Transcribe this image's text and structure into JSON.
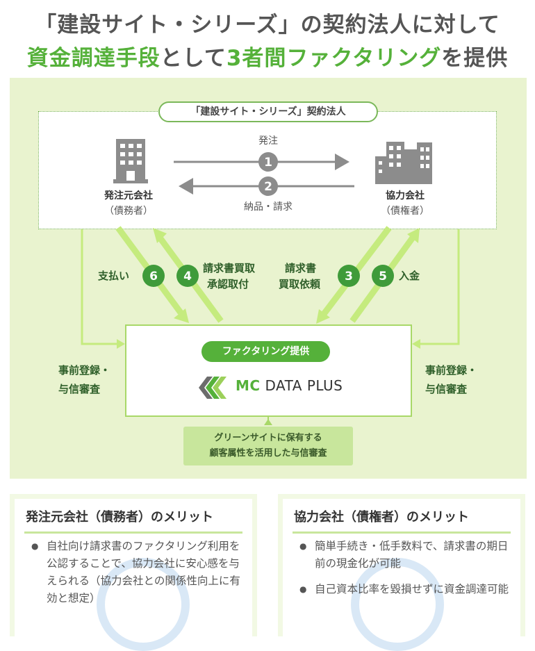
{
  "title": {
    "line1": "「建設サイト・シリーズ」の契約法人に対して",
    "line2_green1": "資金調達手段",
    "line2_mid": "として",
    "line2_green2": "3者間ファクタリング",
    "line2_end": "を提供"
  },
  "diagram": {
    "company_label": "「建設サイト・シリーズ」契約法人",
    "debtor_name": "発注元会社",
    "debtor_role": "（債務者）",
    "creditor_name": "協力会社",
    "creditor_role": "（債権者）",
    "step1": {
      "num": "1",
      "label": "発注"
    },
    "step2": {
      "num": "2",
      "label": "納品・請求"
    },
    "step3": {
      "num": "3",
      "label_l1": "請求書",
      "label_l2": "買取依頼"
    },
    "step4": {
      "num": "4",
      "label_l1": "請求書買取",
      "label_l2": "承認取付"
    },
    "step5": {
      "num": "5",
      "label": "入金"
    },
    "step6": {
      "num": "6",
      "label": "支払い"
    },
    "left_side_l1": "事前登録・",
    "left_side_l2": "与信審査",
    "right_side_l1": "事前登録・",
    "right_side_l2": "与信審査",
    "provide_label": "ファクタリング提供",
    "logo_mc": "MC",
    "logo_rest": "DATA PLUS",
    "green_site_l1": "グリーンサイトに保有する",
    "green_site_l2": "顧客属性を活用した与信審査"
  },
  "merits": [
    {
      "title": "発注元会社（債務者）のメリット",
      "items": [
        "自社向け請求書のファクタリング利用を公認することで、協力会社に安心感を与えられる（協力会社との関係性向上に有効と想定）"
      ]
    },
    {
      "title": "協力会社（債権者）のメリット",
      "items": [
        "簡単手続き・低手数料で、請求書の期日前の現金化が可能",
        "自己資本比率を毀損せずに資金調達可能"
      ]
    }
  ],
  "colors": {
    "accent_green": "#55b13a",
    "light_green": "#c5eb7e",
    "panel_bg": "#e9f3cf",
    "gray_icon": "#8c8c8c"
  }
}
